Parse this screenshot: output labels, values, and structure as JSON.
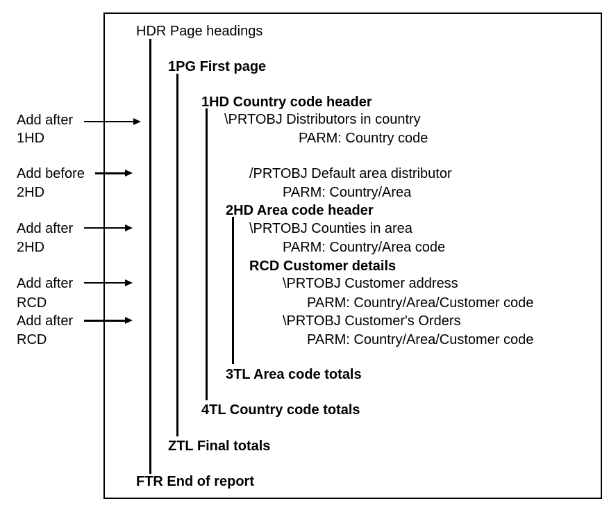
{
  "diagram": {
    "hdr": "HDR Page headings",
    "first_page": "1PG First page",
    "country_header": "1HD Country code header",
    "prtobj_distributors": "\\PRTOBJ Distributors in country",
    "parm_country_code": "PARM: Country code",
    "prtobj_default_area": "/PRTOBJ Default area distributor",
    "parm_country_area": "PARM: Country/Area",
    "area_header": "2HD Area code header",
    "prtobj_counties": "\\PRTOBJ Counties in area",
    "parm_country_area_code": "PARM: Country/Area code",
    "customer_details": "RCD Customer details",
    "prtobj_customer_address": "\\PRTOBJ Customer address",
    "parm_customer_code_1": "PARM: Country/Area/Customer code",
    "prtobj_customer_orders": "\\PRTOBJ Customer's Orders",
    "parm_customer_code_2": "PARM: Country/Area/Customer code",
    "area_totals": "3TL Area code totals",
    "country_totals": "4TL Country code totals",
    "final_totals": "ZTL Final totals",
    "ftr": "FTR End of report"
  },
  "annotations": [
    {
      "line1": "Add after",
      "line2": "1HD"
    },
    {
      "line1": "Add before",
      "line2": "2HD"
    },
    {
      "line1": "Add after",
      "line2": "2HD"
    },
    {
      "line1": "Add after",
      "line2": "RCD"
    },
    {
      "line1": "Add after",
      "line2": "RCD"
    }
  ]
}
